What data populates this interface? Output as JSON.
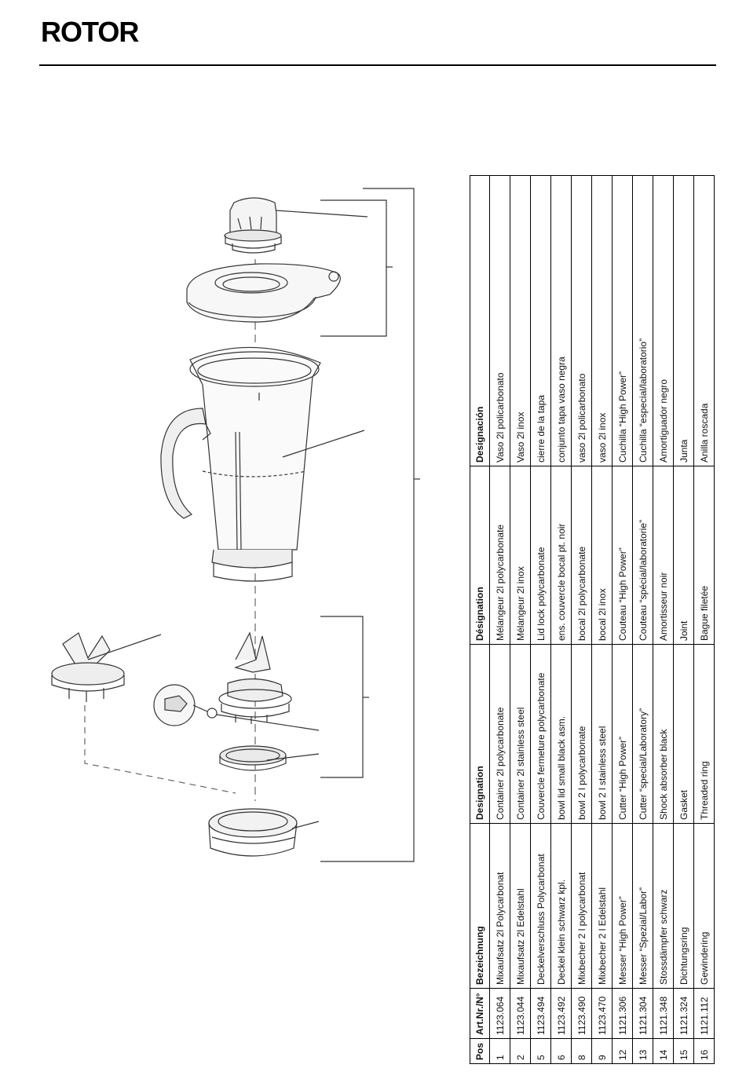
{
  "header": {
    "brand": "ROTOR"
  },
  "table": {
    "headers": {
      "pos": "Pos",
      "art": "Art.Nr./N°",
      "de": "Bezeichnung",
      "en": "Designation",
      "fr": "Désignation",
      "es": "Designación"
    },
    "rows": [
      {
        "pos": "1",
        "art": "1123.064",
        "de": "Mixaufsatz 2l Polycarbonat",
        "en": "Container 2l polycarbonate",
        "fr": "Mélangeur 2l polycarbonate",
        "es": "Vaso 2l policarbonato"
      },
      {
        "pos": "2",
        "art": "1123.044",
        "de": "Mixaufsatz 2l Edelstahl",
        "en": "Container 2l stainless steel",
        "fr": "Mélangeur 2l inox",
        "es": "Vaso 2l inox"
      },
      {
        "pos": "5",
        "art": "1123.494",
        "de": "Deckelverschluss Polycarbonat",
        "en": "Couvercle fermeture polycarbonate",
        "fr": "Lid lock polycarbonate",
        "es": "cierre de la tapa"
      },
      {
        "pos": "6",
        "art": "1123.492",
        "de": "Deckel klein schwarz kpl.",
        "en": "bowl lid small black asm.",
        "fr": "ens. couvercle bocal pt. noir",
        "es": "conjunto tapa vaso negra"
      },
      {
        "pos": "8",
        "art": "1123.490",
        "de": "Mixbecher 2 l polycarbonat",
        "en": "bowl 2 l polycarbonate",
        "fr": "bocal 2l polycarbonate",
        "es": "vaso 2l policarbonato"
      },
      {
        "pos": "9",
        "art": "1123.470",
        "de": "Mixbecher 2 l Edelstahl",
        "en": "bowl 2 l stainless steel",
        "fr": "bocal 2l inox",
        "es": "vaso 2l inox"
      },
      {
        "pos": "12",
        "art": "1121.306",
        "de": "Messer “High Power”",
        "en": "Cutter “High Power”",
        "fr": "Couteau “High Power”",
        "es": "Cuchilla “High Power”"
      },
      {
        "pos": "13",
        "art": "1121.304",
        "de": "Messer “Spezial/Labor”",
        "en": "Cutter “special/Laboratory”",
        "fr": "Couteau “spécial/laboratorie”",
        "es": "Cuchilla “especial/laboratorio”"
      },
      {
        "pos": "14",
        "art": "1121.348",
        "de": "Stossdämpfer schwarz",
        "en": "Shock absorber black",
        "fr": "Amortisseur noir",
        "es": "Amortiguador negro"
      },
      {
        "pos": "15",
        "art": "1121.324",
        "de": "Dichtungsring",
        "en": "Gasket",
        "fr": "Joint",
        "es": "Junta"
      },
      {
        "pos": "16",
        "art": "1121.112",
        "de": "Gewindering",
        "en": "Threaded ring",
        "fr": "Bague filetée",
        "es": "Anilla roscada"
      }
    ]
  }
}
